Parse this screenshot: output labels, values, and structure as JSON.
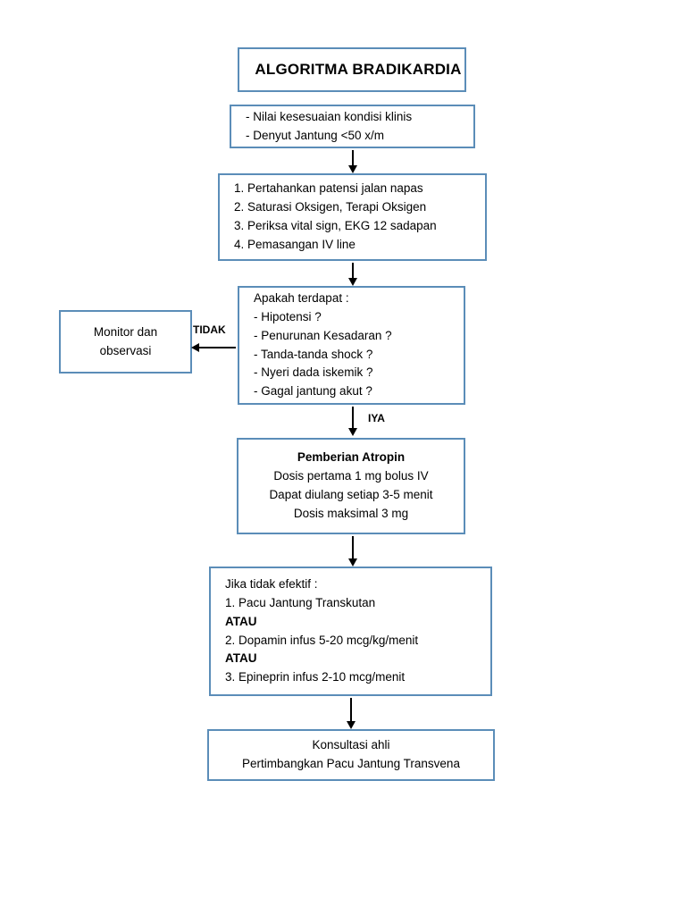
{
  "diagram": {
    "title": "ALGORITMA BRADIKARDIA",
    "accent_color": "#5b8db8",
    "text_color": "#000000",
    "background_color": "#ffffff",
    "nodes": {
      "title": {
        "lines": [
          "ALGORITMA BRADIKARDIA"
        ]
      },
      "assess": {
        "line1": "- Nilai kesesuaian kondisi klinis",
        "line2": "- Denyut Jantung <50 x/m"
      },
      "initial": {
        "line1": "1. Pertahankan patensi jalan napas",
        "line2": "2. Saturasi Oksigen, Terapi Oksigen",
        "line3": "3. Periksa vital sign, EKG 12 sadapan",
        "line4": "4. Pemasangan IV line"
      },
      "decision": {
        "line1": "Apakah terdapat :",
        "line2": "- Hipotensi ?",
        "line3": "- Penurunan Kesadaran ?",
        "line4": "- Tanda-tanda shock ?",
        "line5": "- Nyeri dada iskemik ?",
        "line6": "- Gagal jantung akut ?"
      },
      "monitor": {
        "line1": "Monitor dan",
        "line2": "observasi"
      },
      "atropin": {
        "line1": "Pemberian Atropin",
        "line2": "Dosis pertama 1 mg bolus IV",
        "line3": "Dapat diulang setiap 3-5 menit",
        "line4": "Dosis maksimal 3 mg"
      },
      "refractory": {
        "line1": "Jika tidak efektif :",
        "line2": "1. Pacu Jantung Transkutan",
        "line3": "ATAU",
        "line4": "2. Dopamin infus 5-20 mcg/kg/menit",
        "line5": "ATAU",
        "line6": "3. Epineprin infus 2-10 mcg/menit"
      },
      "expert": {
        "line1": "Konsultasi ahli",
        "line2": "Pertimbangkan Pacu Jantung Transvena"
      }
    },
    "edges": {
      "yes_label": "IYA",
      "no_label": "TIDAK"
    }
  }
}
